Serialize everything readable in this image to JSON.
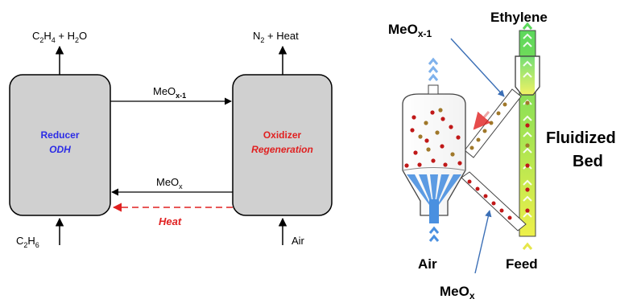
{
  "left_diagram": {
    "reducer": {
      "title": "Reducer",
      "subtitle": "ODH",
      "color": "#2b2be6"
    },
    "oxidizer": {
      "title": "Oxidizer",
      "subtitle": "Regeneration",
      "color": "#e02020"
    },
    "reducer_out": {
      "base": "C",
      "sub1": "2",
      "mid": "H",
      "sub2": "4",
      "rest": " + H",
      "sub3": "2",
      "tail": "O"
    },
    "oxidizer_out": {
      "base": "N",
      "sub1": "2",
      "tail": " + Heat"
    },
    "reducer_in": {
      "base": "C",
      "sub1": "2",
      "mid": "H",
      "sub2": "6"
    },
    "oxidizer_in": "Air",
    "top_arrow": {
      "base": "MeO",
      "sub": "x-1"
    },
    "bottom_arrow": {
      "base": "MeO",
      "sub": "x"
    },
    "heat_arrow": {
      "text": "Heat",
      "color": "#e02020"
    },
    "box_fill": "#d0d0d0"
  },
  "right_diagram": {
    "labels": {
      "ethylene": "Ethylene",
      "meox1": {
        "base": "MeO",
        "sub": "x-1"
      },
      "fluidized1": "Fluidized",
      "fluidized2": "Bed",
      "air": "Air",
      "feed": "Feed",
      "meox": {
        "base": "MeO",
        "sub": "x"
      }
    },
    "colors": {
      "riser_top": "#6ee06e",
      "riser_bottom": "#e6f04a",
      "particle_red": "#c01818",
      "particle_brown": "#a0782a",
      "air_blue": "#4a90e0",
      "pointer_blue": "#3b6fb6",
      "down_arrow": "#e89090"
    }
  }
}
